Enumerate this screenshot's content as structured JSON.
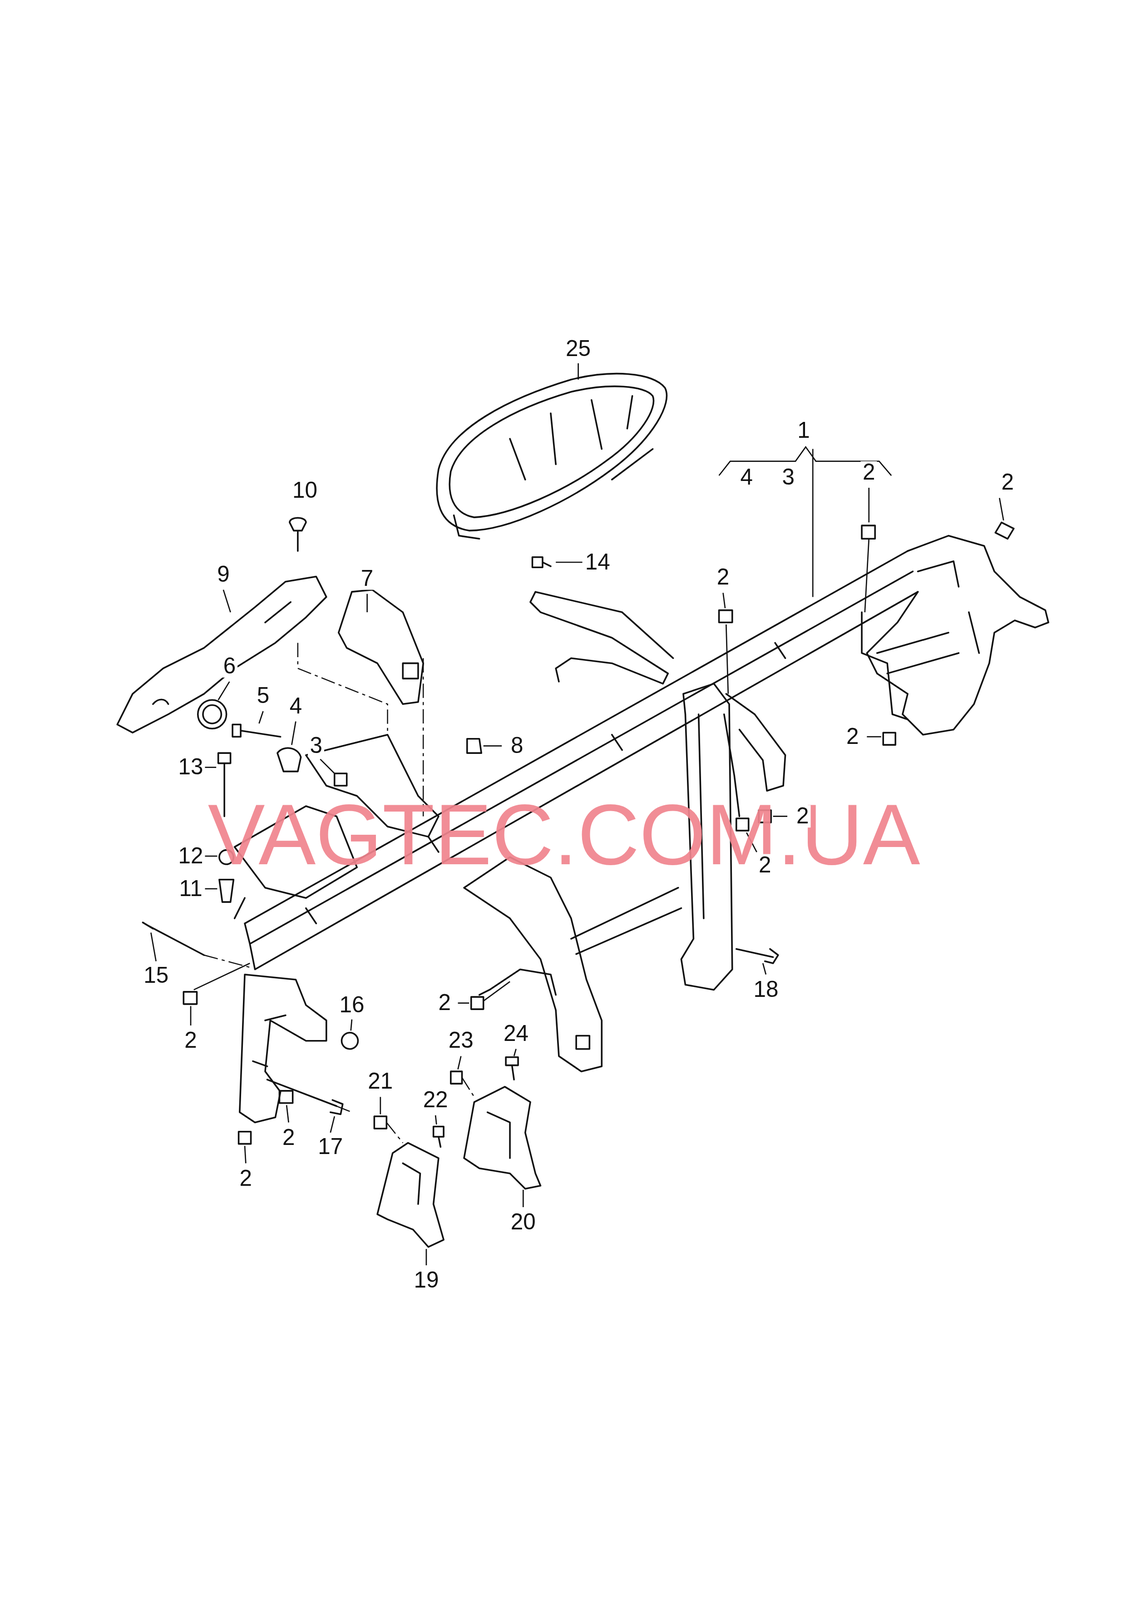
{
  "diagram": {
    "labels": [
      "25",
      "1",
      "4",
      "3",
      "2",
      "2",
      "10",
      "14",
      "9",
      "7",
      "2",
      "6",
      "5",
      "4",
      "8",
      "3",
      "2",
      "13",
      "12",
      "11",
      "VAGTEC.COM.UA",
      "2",
      "2",
      "15",
      "18",
      "2",
      "16",
      "2",
      "23",
      "24",
      "21",
      "22",
      "2",
      "17",
      "2",
      "20",
      "19"
    ]
  }
}
